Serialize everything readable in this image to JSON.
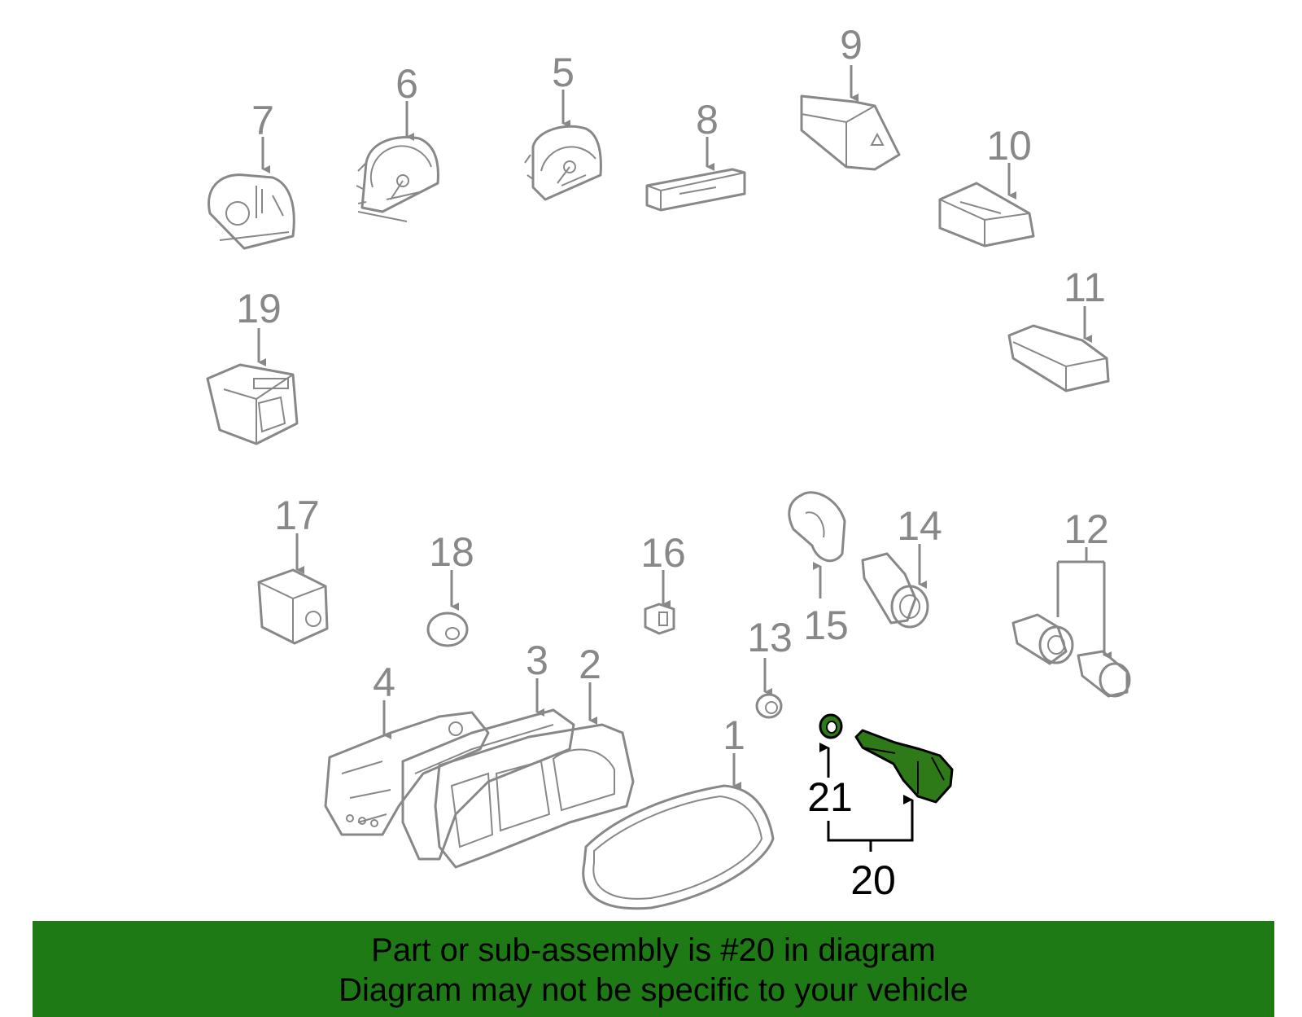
{
  "diagram": {
    "callouts": [
      "1",
      "2",
      "3",
      "4",
      "5",
      "6",
      "7",
      "8",
      "9",
      "10",
      "11",
      "12",
      "13",
      "14",
      "15",
      "16",
      "17",
      "18",
      "19",
      "20",
      "21"
    ],
    "highlighted_callouts": [
      "20",
      "21"
    ],
    "colors": {
      "highlight": "#2f7a18",
      "outline": "#888888",
      "banner": "#1d7a14"
    }
  },
  "banner": {
    "line1": "Part or sub-assembly is #20 in diagram",
    "line2": "Diagram may not be specific to your vehicle"
  }
}
